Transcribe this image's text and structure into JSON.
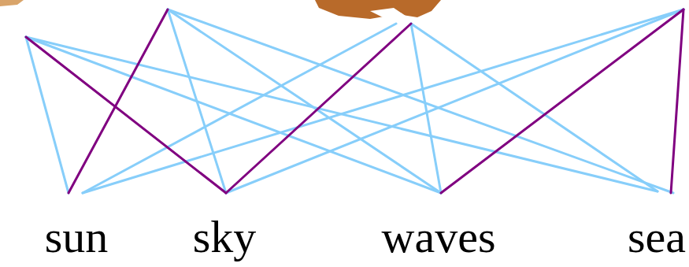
{
  "diagram": {
    "labels": [
      "sun",
      "sky",
      "waves",
      "sea"
    ]
  }
}
